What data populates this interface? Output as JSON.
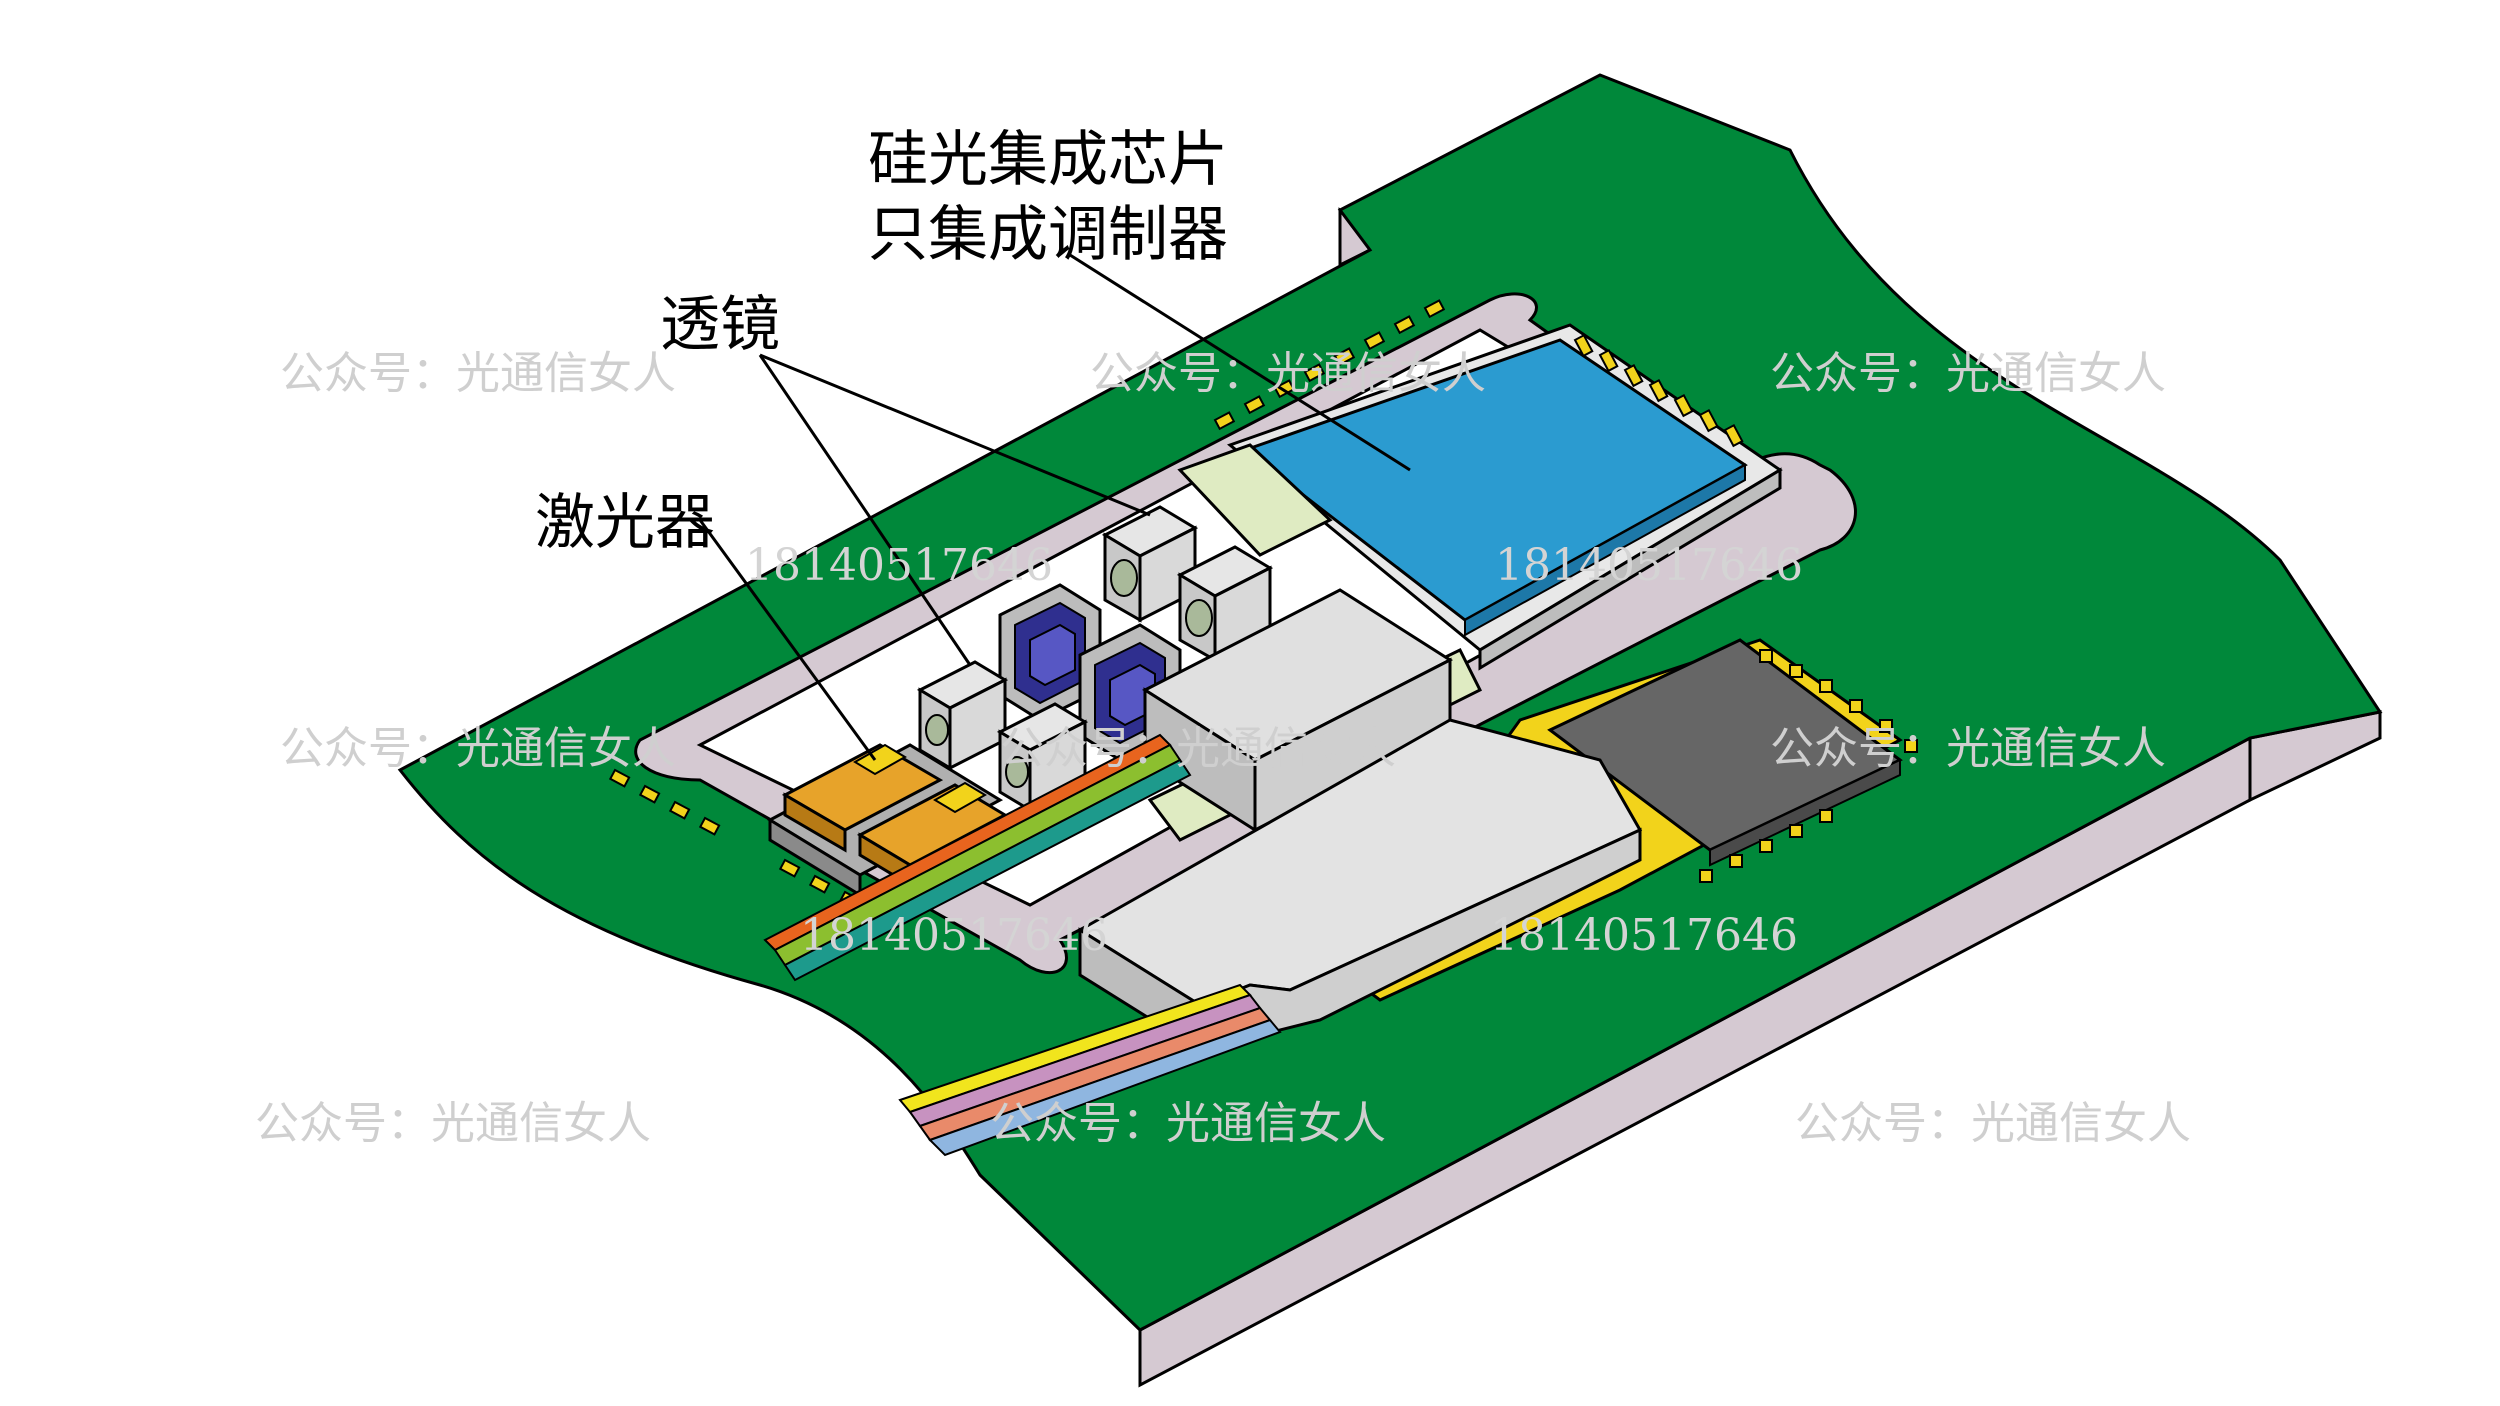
{
  "labels": {
    "sipho_line1": "硅光集成芯片",
    "sipho_line2": "只集成调制器",
    "lens": "透镜",
    "laser": "激光器"
  },
  "watermarks": {
    "account": "公众号：光通信女人",
    "number": "18140517646"
  },
  "colors": {
    "board_green": "#00883a",
    "board_edge": "#d5c9d2",
    "modulator_blue": "#2b9bd0",
    "laser_orange": "#e7a32a",
    "gold_pad": "#f2d31b",
    "housing_gray": "#cfcfcf",
    "chip_dark": "#666666",
    "fiber_colors": [
      "#e8641e",
      "#8cbf2f",
      "#1d9a8c",
      "#f1e51d",
      "#c792c0",
      "#e98a6a",
      "#8fb6e0"
    ]
  }
}
